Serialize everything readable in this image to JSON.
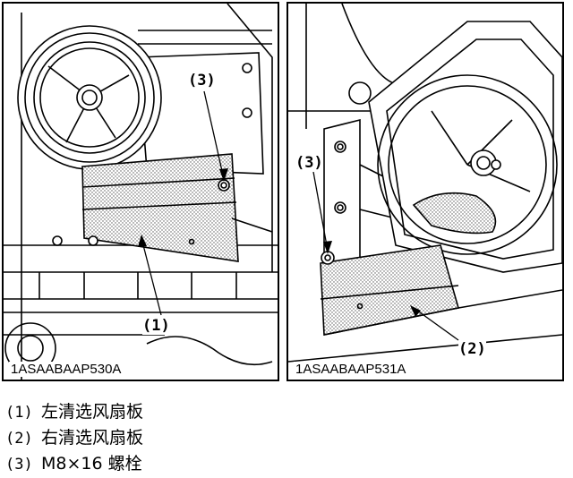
{
  "figures": [
    {
      "id": "1ASAABAAP530A",
      "callouts": [
        {
          "label": "(3)"
        },
        {
          "label": "(1)"
        }
      ]
    },
    {
      "id": "1ASAABAAP531A",
      "callouts": [
        {
          "label": "(3)"
        },
        {
          "label": "(2)"
        }
      ]
    }
  ],
  "legend": [
    {
      "number": "(1)",
      "text": "左清选风扇板"
    },
    {
      "number": "(2)",
      "text": "右清选风扇板"
    },
    {
      "number": "(3)",
      "text": "M8×16 螺栓"
    }
  ]
}
